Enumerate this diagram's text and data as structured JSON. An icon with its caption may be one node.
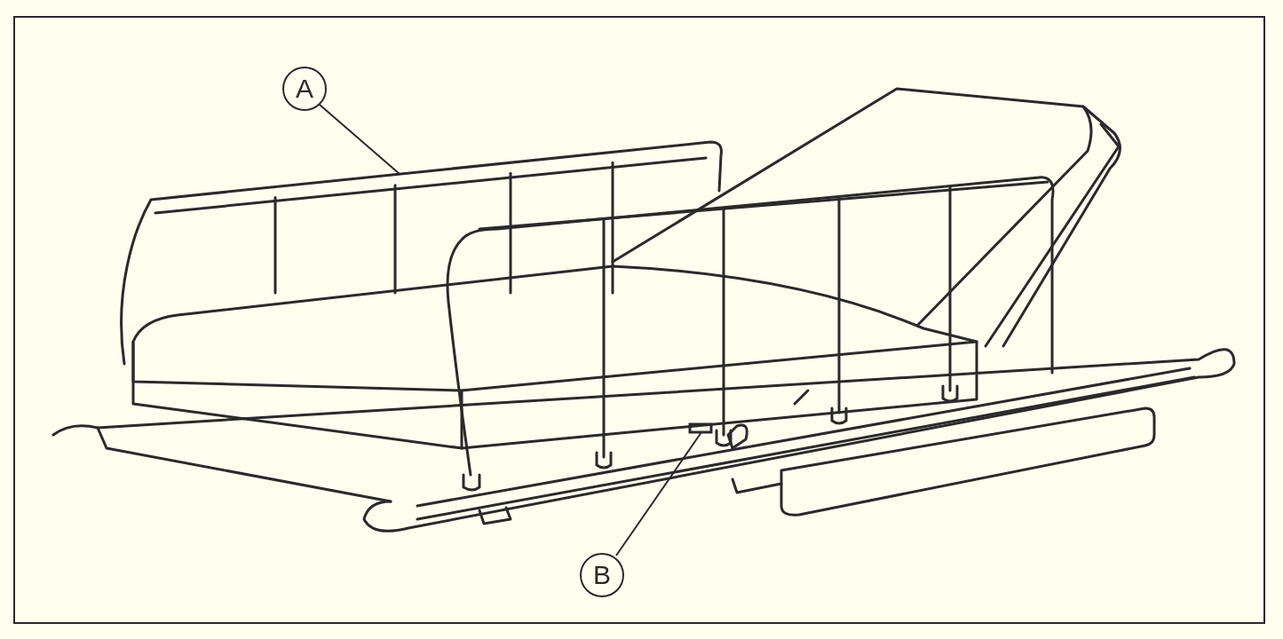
{
  "diagram": {
    "nodes": [
      {
        "text": [
          "A"
        ]
      },
      {
        "text": [],
        "shape": "picture"
      },
      {
        "text": [
          "B"
        ]
      },
      {
        "text": [],
        "shape": "box"
      }
    ],
    "edges": [
      {
        "from": 0,
        "to": 1,
        "arrow": "none"
      },
      {
        "from": 2,
        "to": 3,
        "arrow": "none"
      }
    ]
  }
}
